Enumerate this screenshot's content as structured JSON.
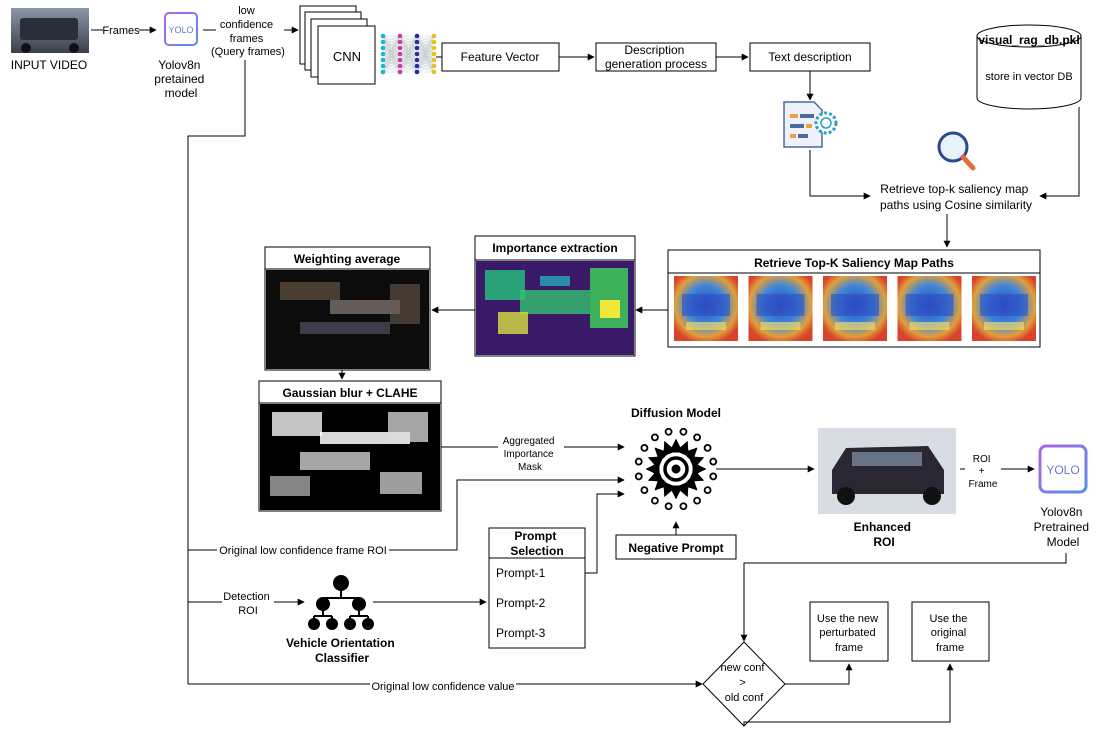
{
  "input": {
    "video_label": "INPUT VIDEO",
    "frames_label": "Frames"
  },
  "yolo_top": {
    "logo_text": "YOLO",
    "caption": [
      "Yolov8n",
      "pretained",
      "model"
    ]
  },
  "query": {
    "caption": [
      "low",
      "confidence",
      "frames",
      "(Query frames)"
    ]
  },
  "cnn": {
    "label": "CNN"
  },
  "pipeline": {
    "feature_vector": "Feature Vector",
    "description_generation": [
      "Description",
      "generation process"
    ],
    "text_description": "Text description"
  },
  "db": {
    "name": "visual_rag_db.pkl",
    "subtitle": "store in vector DB"
  },
  "retrieve": {
    "caption": [
      "Retrieve top-k saliency map",
      "paths using Cosine similarity"
    ]
  },
  "saliency_panel": {
    "title": "Retrieve Top-K Saliency Map Paths",
    "count": 5
  },
  "importance": {
    "title": "Importance extraction"
  },
  "weighting": {
    "title": "Weighting average"
  },
  "gaussian": {
    "title": "Gaussian blur + CLAHE"
  },
  "mask": {
    "label": [
      "Aggregated",
      "Importance",
      "Mask"
    ]
  },
  "diffusion": {
    "title": "Diffusion Model"
  },
  "enhanced": {
    "label": [
      "Enhanced",
      "ROI"
    ],
    "roi_frame": [
      "ROI",
      "+",
      "Frame"
    ]
  },
  "yolo_bottom": {
    "logo_text": "YOLO",
    "caption": [
      "Yolov8n",
      "Pretrained",
      "Model"
    ]
  },
  "original_roi": {
    "label": "Original low confidence frame ROI"
  },
  "prompt": {
    "title": [
      "Prompt",
      "Selection"
    ],
    "items": [
      "Prompt-1",
      "Prompt-2",
      "Prompt-3"
    ]
  },
  "negative_prompt": {
    "label": "Negative Prompt"
  },
  "detection": {
    "label": [
      "Detection",
      "ROI"
    ]
  },
  "classifier": {
    "label": [
      "Vehicle Orientation",
      "Classifier"
    ]
  },
  "decision": {
    "label": [
      "new conf",
      ">",
      "old conf"
    ]
  },
  "original_value": {
    "label": "Original low confidence value"
  },
  "use_new": {
    "label": [
      "Use the new",
      "perturbated",
      "frame"
    ]
  },
  "use_original": {
    "label": [
      "Use the",
      "original",
      "frame"
    ]
  }
}
